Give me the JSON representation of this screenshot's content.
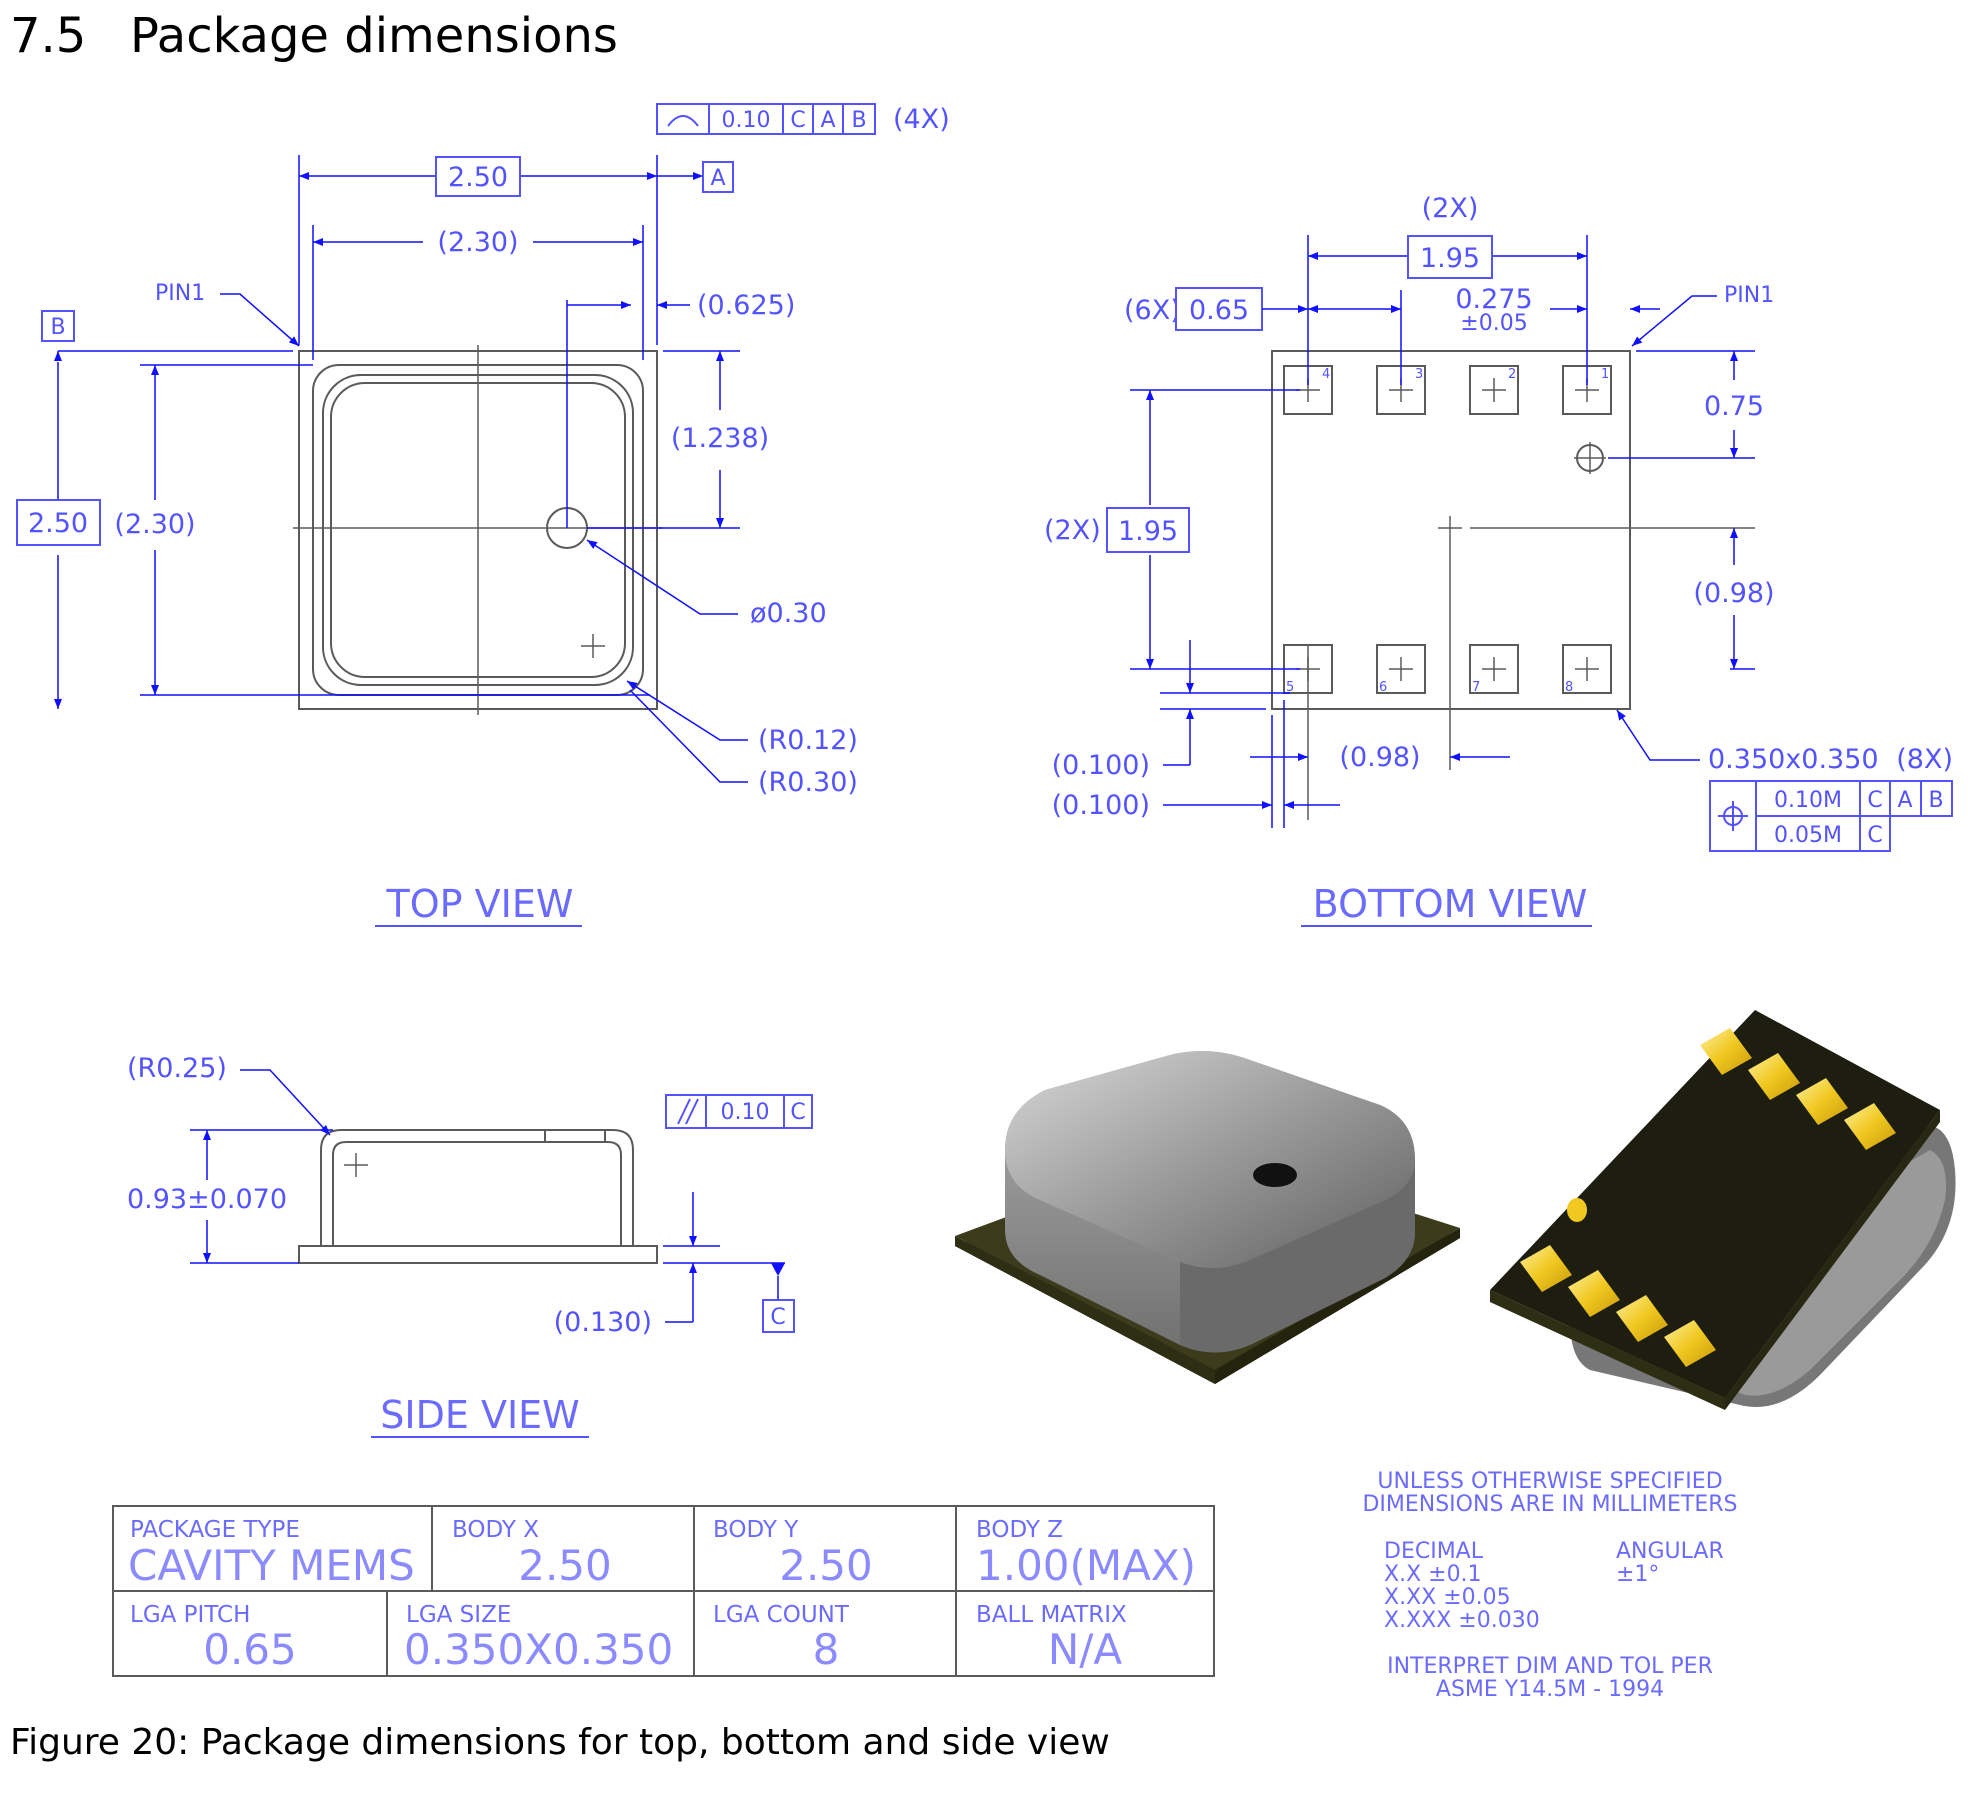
{
  "section": {
    "number": "7.5",
    "title": "Package dimensions"
  },
  "caption": "Figure 20: Package dimensions for top, bottom and side view",
  "colors": {
    "dimension": "#5353ff",
    "outline": "#5a5a5a",
    "pad": "#e8c010",
    "substrate": "#2e2e14"
  },
  "top_view": {
    "label": "TOP VIEW",
    "tolerance_frame": [
      "0.10",
      "C",
      "A",
      "B"
    ],
    "tolerance_count": "(4X)",
    "datum_a": "A",
    "datum_b": "B",
    "pin1": "PIN1",
    "width": "2.50",
    "inner_width": "(2.30)",
    "hole_offset_x": "(0.625)",
    "hole_offset_y": "(1.238)",
    "height": "2.50",
    "inner_height": "(2.30)",
    "hole_diameter": "ø0.30",
    "corner_radius_inner": "(R0.12)",
    "corner_radius_outer": "(R0.30)"
  },
  "bottom_view": {
    "label": "BOTTOM VIEW",
    "count_2x_top": "(2X)",
    "span_x": "1.95",
    "count_6x": "(6X)",
    "pitch": "0.65",
    "pad_offset": "0.275",
    "pad_offset_tol": "±0.05",
    "pin1": "PIN1",
    "hole_y": "0.75",
    "count_2x_left": "(2X)",
    "span_y": "1.95",
    "center_y": "(0.98)",
    "center_x": "(0.98)",
    "edge_y": "(0.100)",
    "edge_x": "(0.100)",
    "pad_size": "0.350x0.350",
    "pad_count": "(8X)",
    "frame_row1": [
      "0.10M",
      "C",
      "A",
      "B"
    ],
    "frame_row2": [
      "0.05M",
      "C"
    ],
    "pin_numbers": [
      "4",
      "3",
      "2",
      "1",
      "5",
      "6",
      "7",
      "8"
    ]
  },
  "side_view": {
    "label": "SIDE VIEW",
    "radius": "(R0.25)",
    "height": "0.93±0.070",
    "parallel_tol": "0.10",
    "parallel_datum": "C",
    "substrate": "(0.130)",
    "datum_c": "C"
  },
  "title_block": {
    "row1": [
      {
        "label": "PACKAGE TYPE",
        "value": "CAVITY MEMS"
      },
      {
        "label": "BODY X",
        "value": "2.50"
      },
      {
        "label": "BODY Y",
        "value": "2.50"
      },
      {
        "label": "BODY Z",
        "value": "1.00(MAX)"
      }
    ],
    "row2": [
      {
        "label": "LGA PITCH",
        "value": "0.65"
      },
      {
        "label": "LGA SIZE",
        "value": "0.350X0.350"
      },
      {
        "label": "LGA COUNT",
        "value": "8"
      },
      {
        "label": "BALL MATRIX",
        "value": "N/A"
      }
    ]
  },
  "notes": {
    "line1": "UNLESS OTHERWISE SPECIFIED",
    "line2": "DIMENSIONS ARE IN MILLIMETERS",
    "decimal_header": "DECIMAL",
    "decimal_1": "X.X ±0.1",
    "decimal_2": "X.XX ±0.05",
    "decimal_3": "X.XXX ±0.030",
    "angular_header": "ANGULAR",
    "angular_1": "±1°",
    "interpret_1": "INTERPRET DIM AND TOL PER",
    "interpret_2": "ASME Y14.5M - 1994"
  }
}
